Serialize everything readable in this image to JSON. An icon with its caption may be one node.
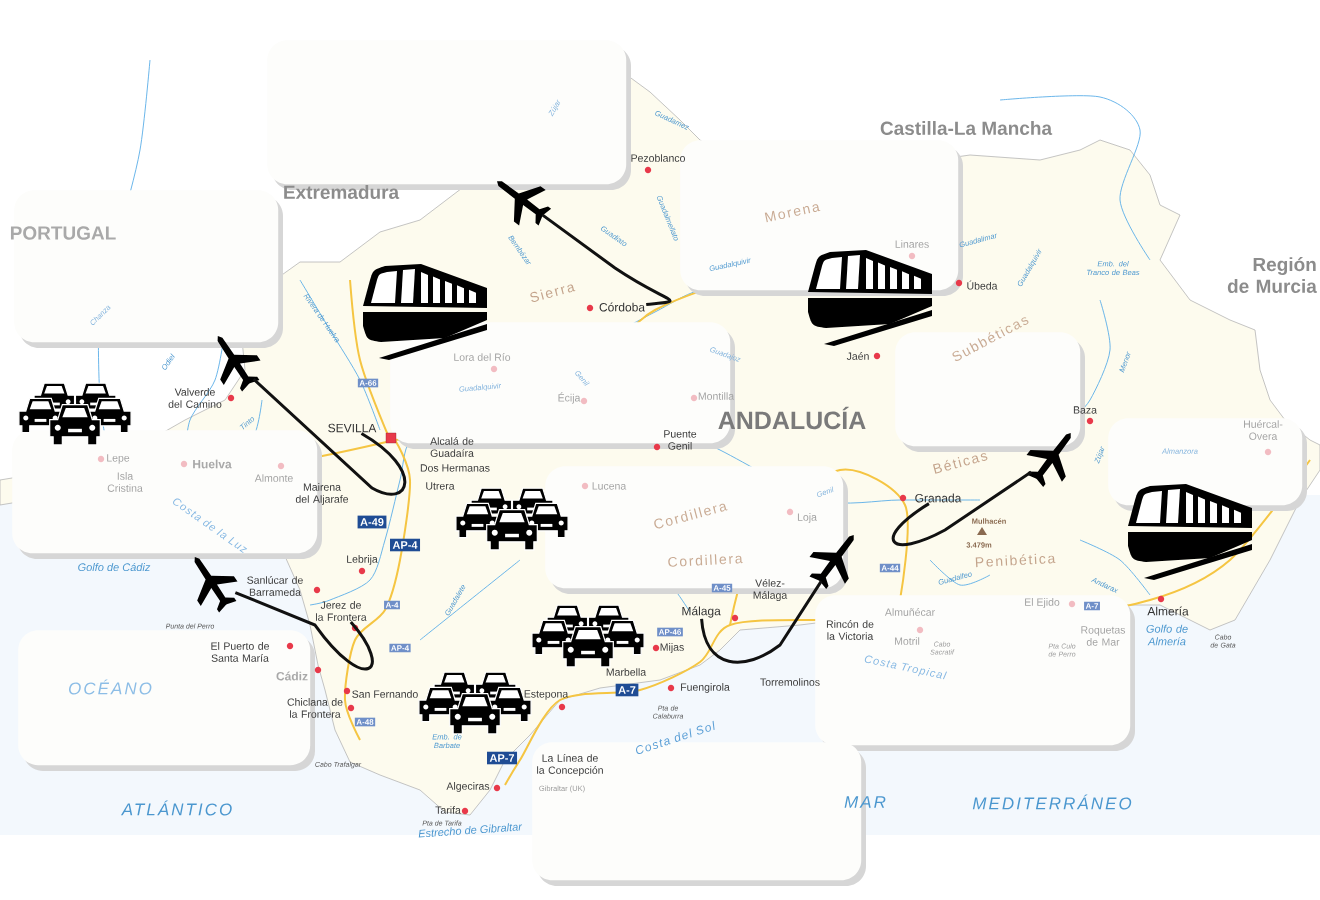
{
  "diagram": {
    "nodes": [
      {
        "text": [],
        "shape": "box"
      },
      {
        "text": [],
        "shape": "box"
      },
      {
        "text": [],
        "shape": "box"
      },
      {
        "text": [],
        "shape": "picture"
      },
      {
        "text": [
          "Córdoba"
        ]
      },
      {
        "text": [],
        "shape": "box"
      },
      {
        "text": [],
        "shape": "box"
      },
      {
        "text": [],
        "shape": "picture"
      },
      {
        "text": [],
        "shape": "box"
      },
      {
        "text": [
          "SEVILLA"
        ]
      },
      {
        "text": [],
        "shape": "box"
      },
      {
        "text": [],
        "shape": "picture"
      },
      {
        "text": [],
        "shape": "box"
      },
      {
        "text": [
          "Granada"
        ]
      },
      {
        "text": [],
        "shape": "picture"
      },
      {
        "text": [],
        "shape": "picture"
      },
      {
        "text": [],
        "shape": "box"
      },
      {
        "text": [
          "Jerez de la Frontera"
        ]
      },
      {
        "text": [
          "Málaga"
        ]
      },
      {
        "text": [],
        "shape": "box"
      },
      {
        "text": [],
        "shape": "box"
      }
    ],
    "edges": [
      {
        "from": 4,
        "to": 3,
        "arrow": "none"
      },
      {
        "from": 9,
        "to": 7,
        "arrow": "none"
      },
      {
        "from": 17,
        "to": 15,
        "arrow": "none"
      },
      {
        "from": 18,
        "to": 14,
        "arrow": "none"
      },
      {
        "from": 13,
        "to": 11,
        "arrow": "none"
      }
    ],
    "labels": [
      "Zújar",
      "Guadamez",
      "Castilla-La Mancha",
      "Pezoblanco",
      "Extremadura",
      "PORTUGAL",
      "Bembézar",
      "Guadiato",
      "Guadalmellato",
      "Morena",
      "Linares",
      "Guadalimar",
      "Sierra",
      "Guadalquivir",
      "Úbeda",
      "Guadalquivir",
      "Emb. del Tranco de Beas",
      "Región de Murcia",
      "Chanza",
      "Odiel",
      "Rivera de Huelva",
      "Lora del Río",
      "Guadajoz",
      "Jaén",
      "Subbéticas",
      "Menor",
      "Valverde del Camino",
      "A-66",
      "Guadalquivir",
      "Écija",
      "Genil",
      "Montilla",
      "Tinto",
      "Alcalá de Guadaíra",
      "Puente Genil",
      "ANDALUCÍA",
      "Baza",
      "Zújar",
      "Huércal-Overa",
      "Lepe",
      "Huelva",
      "Dos Hermanas",
      "Béticas",
      "Almanzora",
      "Isla Cristina",
      "Almonte",
      "Mairena del Aljarafe",
      "Utrera",
      "Lucena",
      "Genil",
      "Golfo de Cádiz",
      "Costa de la Luz",
      "Lebrija",
      "A-49",
      "AP-4",
      "Cordillera",
      "Cordillera",
      "Loja",
      "A-44",
      "Guadalfeo",
      "3.479m",
      "Mulhacén",
      "Penibética",
      "Sanlúcar de Barrameda",
      "Guadalete",
      "A-45",
      "Vélez-Málaga",
      "Almuñécar",
      "El Ejido",
      "A-7",
      "Andarax",
      "Almería",
      "Punta del Perro",
      "El Puerto de Santa María",
      "A-4",
      "AP-4",
      "AP-46",
      "Mijas",
      "Rincón de la Victoria",
      "Motril",
      "Cabo Sacratif",
      "Pta Culo de Perro",
      "Roquetas de Mar",
      "Golfo de Almería",
      "Cabo de Gata",
      "OCÉANO",
      "Cádiz",
      "Chiclana de la Frontera",
      "A-48",
      "San Fernando",
      "Estepona",
      "Marbella",
      "A-7",
      "Pta de Calaburra",
      "Fuengirola",
      "Torremolinos",
      "Costa Tropical",
      "Cabo Trafalgar",
      "Emb. de Barbate",
      "AP-7",
      "La Línea de la Concepción",
      "Costa del Sol",
      "ATLÁNTICO",
      "Pta de Tarifa",
      "Tarifa",
      "Algeciras",
      "Estrecho de Gibraltar",
      "Gibraltar (UK)",
      "MAR",
      "MEDITERRÁNEO"
    ]
  }
}
